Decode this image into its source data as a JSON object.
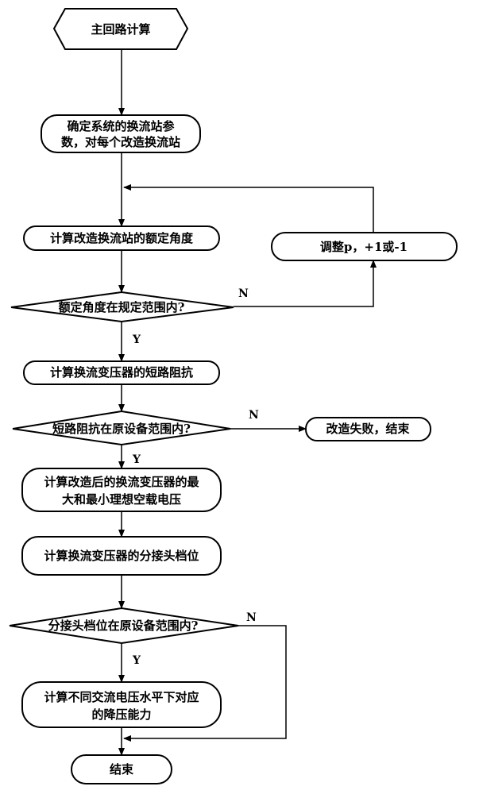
{
  "flowchart": {
    "start": "主回路计算",
    "step_params_line1": "确定系统的换流站参",
    "step_params_line2": "数，对每个改造换流站",
    "step_rated_angle": "计算改造换流站的额定角度",
    "step_adjust": "调整p，+1或-1",
    "decision_angle": "额定角度在规定范围内?",
    "step_short_circuit": "计算换流变压器的短路阻抗",
    "decision_impedance": "短路阻抗在原设备范围内?",
    "step_fail": "改造失败，结束",
    "step_voltage_line1": "计算改造后的换流变压器的最",
    "step_voltage_line2": "大和最小理想空载电压",
    "step_tap": "计算换流变压器的分接头档位",
    "decision_tap": "分接头档位在原设备范围内?",
    "step_capability_line1": "计算不同交流电压水平下对应",
    "step_capability_line2": "的降压能力",
    "end": "结束",
    "label_n1": "N",
    "label_y1": "Y",
    "label_n2": "N",
    "label_y2": "Y",
    "label_n3": "N",
    "label_y3": "Y"
  }
}
